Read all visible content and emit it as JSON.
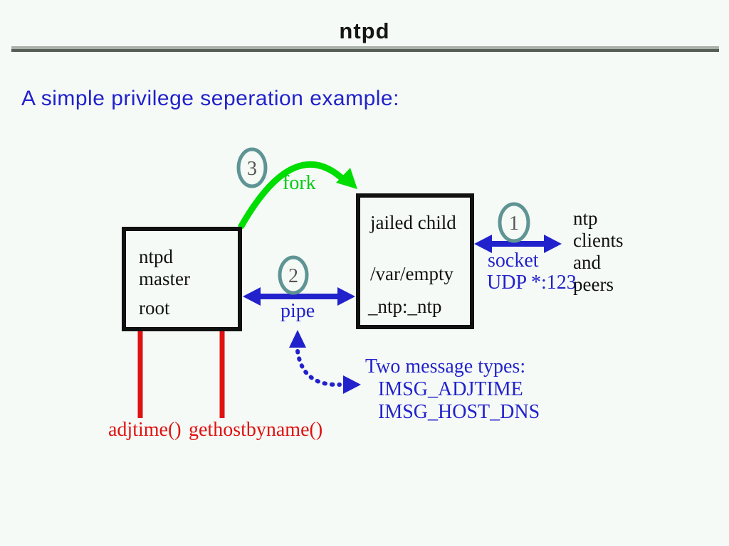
{
  "header": {
    "title": "ntpd"
  },
  "subtitle": "A simple privilege seperation example:",
  "diagram": {
    "master_box": {
      "lines": [
        "ntpd",
        "master",
        "root"
      ]
    },
    "child_box": {
      "lines": [
        "jailed child",
        "/var/empty",
        "_ntp:_ntp"
      ]
    },
    "fork": {
      "step": "3",
      "label": "fork"
    },
    "pipe": {
      "step": "2",
      "label": "pipe"
    },
    "socket": {
      "step": "1",
      "label_line1": "socket",
      "label_line2": "UDP *:123"
    },
    "peers": {
      "lines": [
        "ntp",
        "clients",
        "and",
        "peers"
      ]
    },
    "messages": {
      "title": "Two message types:",
      "items": [
        "IMSG_ADJTIME",
        "IMSG_HOST_DNS"
      ]
    },
    "syscalls": {
      "left": "adjtime()",
      "right": "gethostbyname()"
    }
  },
  "colors": {
    "background": "#f5faf6",
    "blue": "#2222cc",
    "red": "#e01111",
    "green": "#00dd00",
    "teal": "#5f9494",
    "box_border": "#111111",
    "rule_top": "#a9b1a9",
    "rule_bottom": "#565e56"
  }
}
